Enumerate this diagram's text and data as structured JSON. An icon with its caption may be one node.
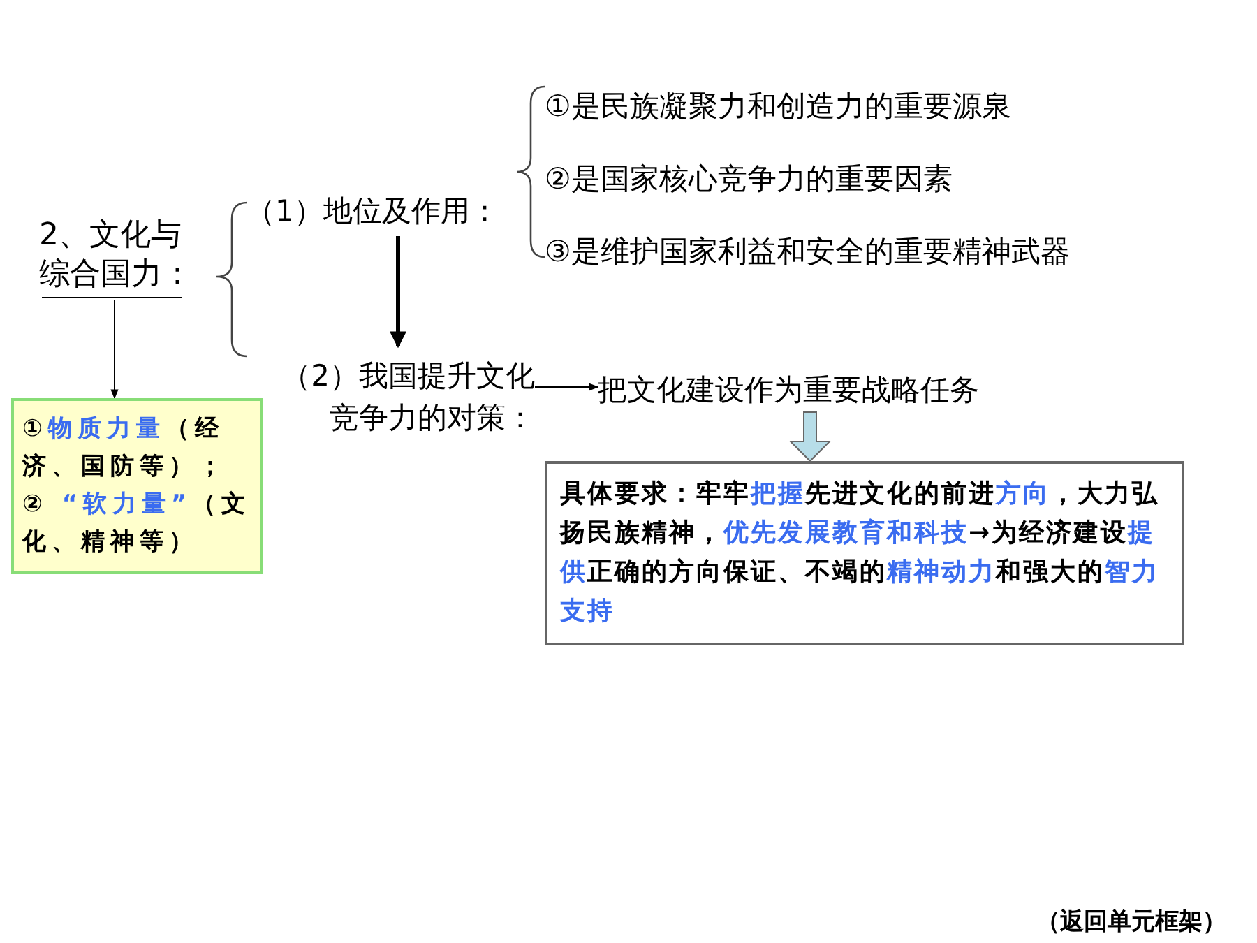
{
  "diagram": {
    "nodes": [
      {
        "text": [
          "2、文化与综合国力："
        ]
      },
      {
        "text": [
          "（1）地位及作用："
        ]
      },
      {
        "text": [
          "①是民族凝聚力和创造力的重要源泉"
        ]
      },
      {
        "text": [
          "②是国家核心竞争力的重要因素"
        ]
      },
      {
        "text": [
          "③是维护国家利益和安全的重要精神武器"
        ]
      },
      {
        "text": [
          "（2）我国提升文化竞争力的对策："
        ]
      },
      {
        "text": [
          "①**物质力量**（经济、国防等）；② **“软力量”**（文化、精神等）"
        ]
      },
      {
        "text": [
          "把文化建设作为重要战略任务"
        ]
      },
      {
        "text": [
          "具体要求：牢牢**把握**先进文化的前进**方向**，大力弘扬民族精神，**优先发展教育和科技**→为经济建设**提供**正确的方向保证、不竭的**精神动力**和强大的**智力支持**"
        ]
      }
    ],
    "edges": [
      {
        "from": 0,
        "to": 6,
        "arrow": "to"
      },
      {
        "from": 1,
        "to": 5,
        "arrow": "to",
        "style": "thick"
      },
      {
        "from": 5,
        "to": 7,
        "arrow": "to"
      },
      {
        "from": 7,
        "to": 8,
        "arrow": "to",
        "style": "thick",
        "color": "#b7dde8"
      }
    ],
    "labels": [
      "（返回单元框架）"
    ]
  }
}
